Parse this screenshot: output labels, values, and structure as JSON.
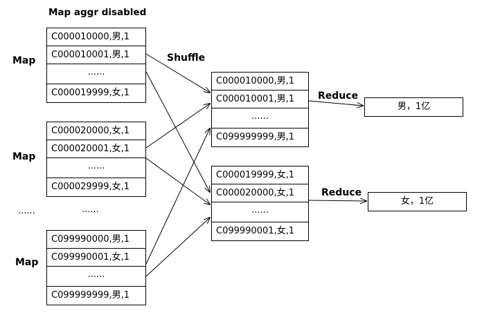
{
  "title": "Map aggr disabled",
  "map_label": "Map",
  "shuffle_label": "Shuffle",
  "reduce_label": "Reduce",
  "between_maps": "......",
  "map_tables": [
    {
      "rows": [
        "C000010000,男,1",
        "C000010001,男,1",
        "......",
        "C000019999,女,1"
      ]
    },
    {
      "rows": [
        "C000020000,女,1",
        "C000020001,女,1",
        "......",
        "C000029999,女,1"
      ]
    },
    {
      "rows": [
        "C099990000,男,1",
        "C099990001,女,1",
        "......",
        "C099999999,男,1"
      ]
    }
  ],
  "reduce_tables": [
    {
      "rows": [
        "C000010000,男,1",
        "C000010001,男,1",
        "......",
        "C099999999,男,1"
      ]
    },
    {
      "rows": [
        "C000019999,女,1",
        "C000020000,女,1",
        "......",
        "C099990001,女,1"
      ]
    }
  ],
  "results": [
    "男，1亿",
    "女，1亿"
  ]
}
